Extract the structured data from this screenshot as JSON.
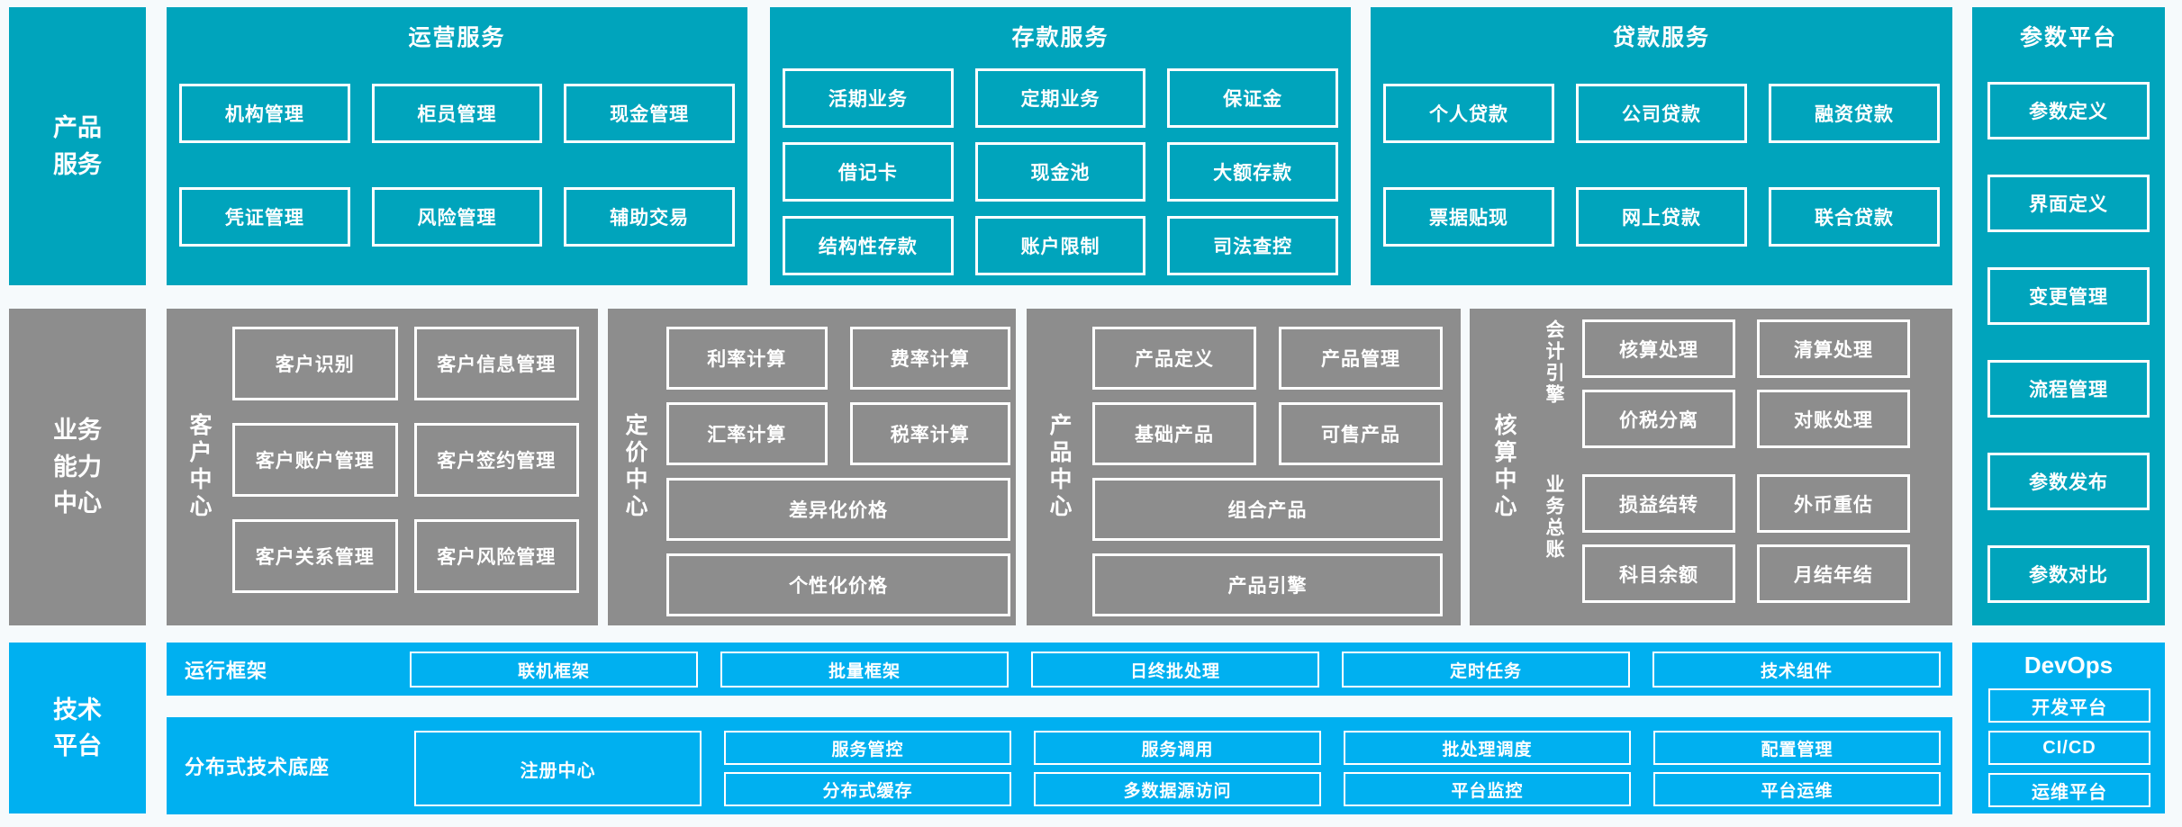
{
  "colors": {
    "teal": "#00a4bc",
    "gray": "#8d8d8d",
    "blue": "#00b0f0",
    "text": "#ffffff"
  },
  "side": {
    "product": "产品服务",
    "business": "业务能力中心",
    "tech": "技术平台"
  },
  "sections": {
    "operations": {
      "title": "运营服务",
      "items": [
        "机构管理",
        "柜员管理",
        "现金管理",
        "凭证管理",
        "风险管理",
        "辅助交易"
      ]
    },
    "deposit": {
      "title": "存款服务",
      "items": [
        "活期业务",
        "定期业务",
        "保证金",
        "借记卡",
        "现金池",
        "大额存款",
        "结构性存款",
        "账户限制",
        "司法查控"
      ]
    },
    "loan": {
      "title": "贷款服务",
      "items": [
        "个人贷款",
        "公司贷款",
        "融资贷款",
        "票据贴现",
        "网上贷款",
        "联合贷款"
      ]
    },
    "param": {
      "title": "参数平台",
      "items": [
        "参数定义",
        "界面定义",
        "变更管理",
        "流程管理",
        "参数发布",
        "参数对比"
      ]
    },
    "customer": {
      "label": "客户中心",
      "items": [
        "客户识别",
        "客户信息管理",
        "客户账户管理",
        "客户签约管理",
        "客户关系管理",
        "客户风险管理"
      ]
    },
    "pricing": {
      "label": "定价中心",
      "grid": [
        "利率计算",
        "费率计算",
        "汇率计算",
        "税率计算"
      ],
      "wide": [
        "差异化价格",
        "个性化价格"
      ]
    },
    "product_center": {
      "label": "产品中心",
      "grid": [
        "产品定义",
        "产品管理",
        "基础产品",
        "可售产品"
      ],
      "wide": [
        "组合产品",
        "产品引擎"
      ]
    },
    "accounting": {
      "label": "核算中心",
      "groups": [
        {
          "label": "会计引擎",
          "items": [
            "核算处理",
            "清算处理",
            "价税分离",
            "对账处理"
          ]
        },
        {
          "label": "业务总账",
          "items": [
            "损益结转",
            "外币重估",
            "科目余额",
            "月结年结"
          ]
        }
      ]
    },
    "devops": {
      "title": "DevOps",
      "items": [
        "开发平台",
        "CI/CD",
        "运维平台"
      ]
    }
  },
  "rows": {
    "runtime": {
      "label": "运行框架",
      "items": [
        "联机框架",
        "批量框架",
        "日终批处理",
        "定时任务",
        "技术组件"
      ]
    },
    "distributed": {
      "label": "分布式技术底座",
      "tall_item": "注册中心",
      "columns": [
        [
          "服务管控",
          "分布式缓存"
        ],
        [
          "服务调用",
          "多数据源访问"
        ],
        [
          "批处理调度",
          "平台监控"
        ],
        [
          "配置管理",
          "平台运维"
        ]
      ]
    }
  }
}
